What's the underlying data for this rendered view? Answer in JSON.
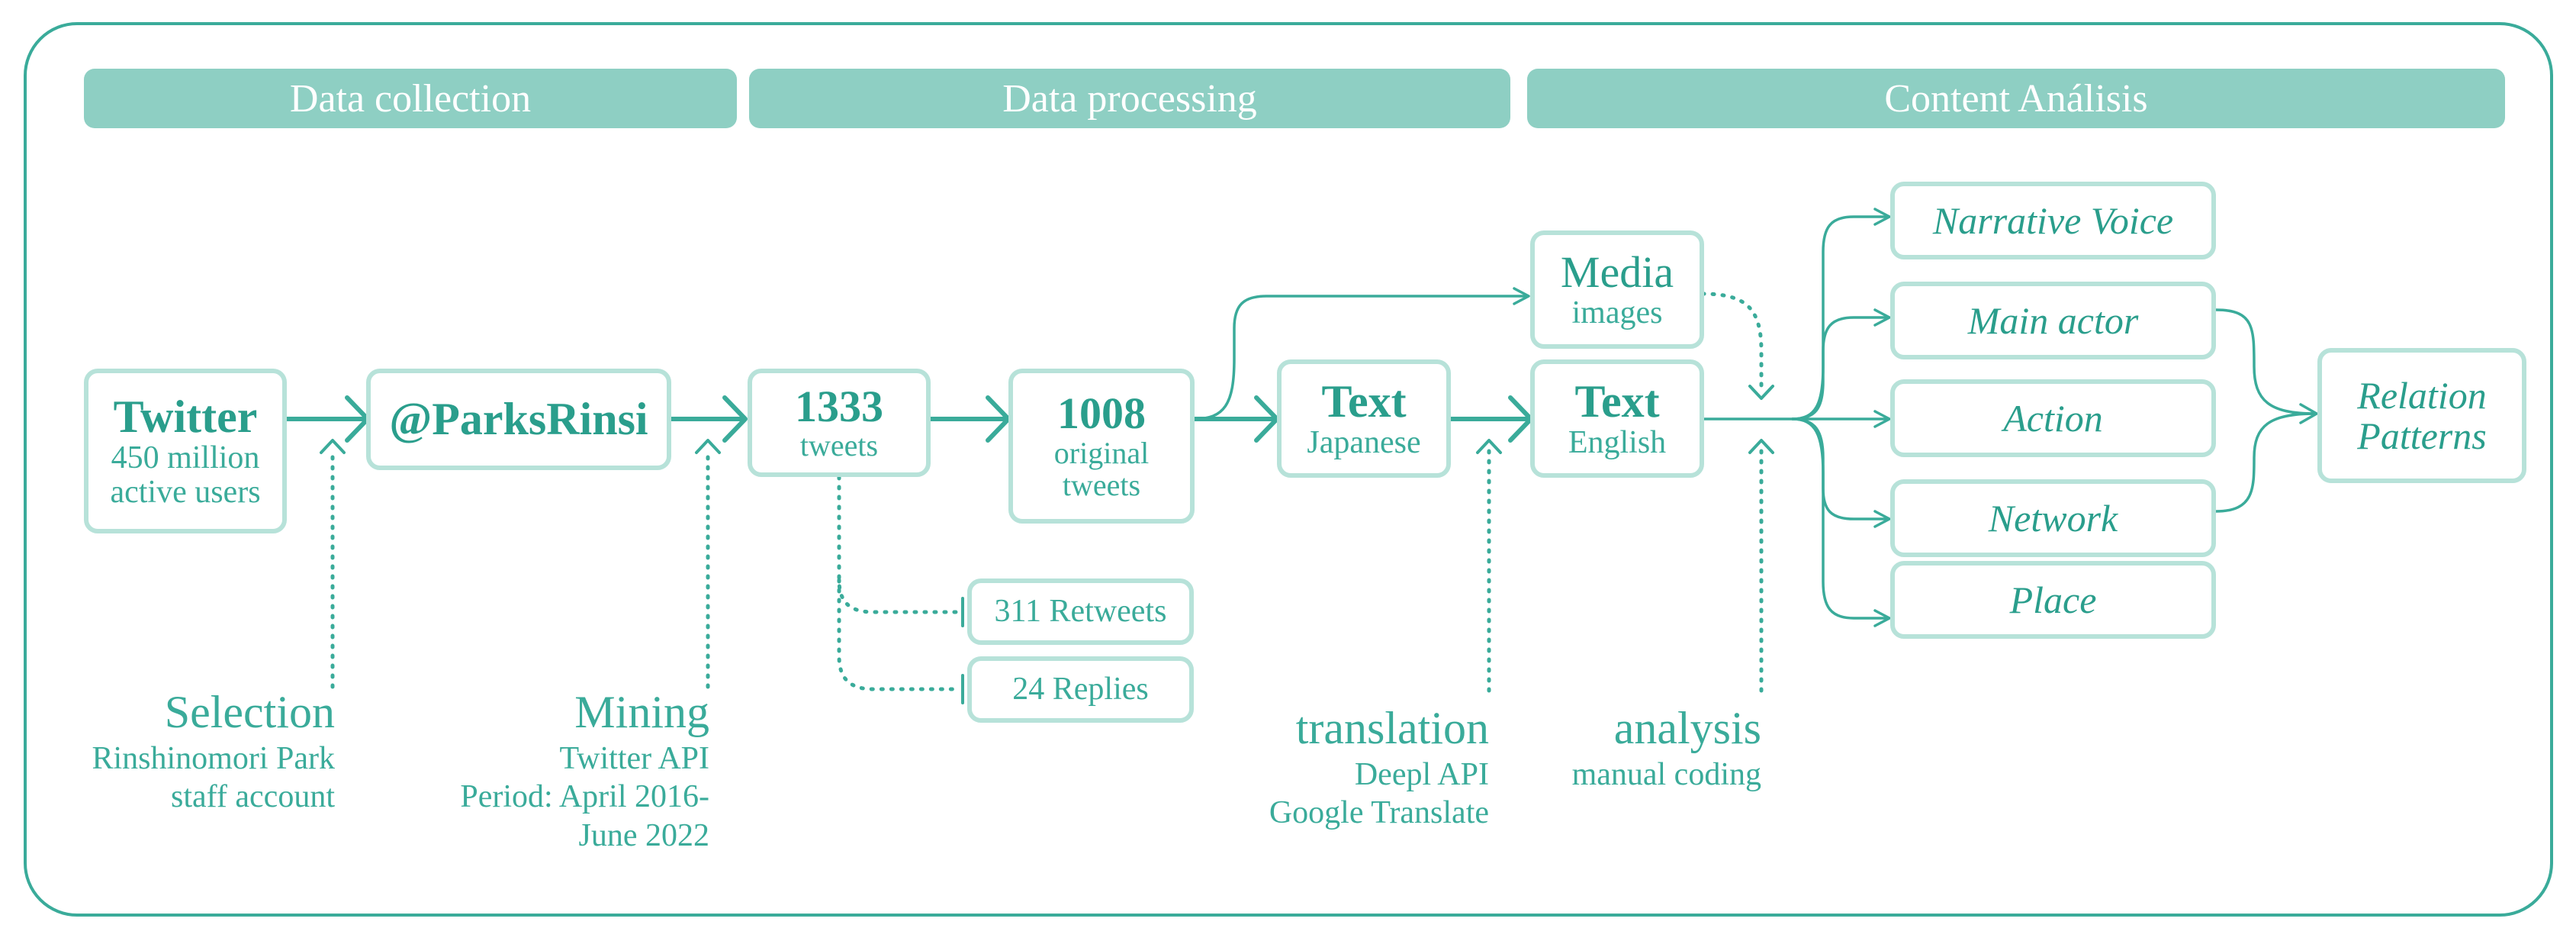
{
  "phases": {
    "collection": "Data collection",
    "processing": "Data processing",
    "content": "Content Análisis"
  },
  "nodes": {
    "twitter": {
      "title": "Twitter",
      "line1": "450 million",
      "line2": "active users"
    },
    "account": {
      "title": "@ParksRinsi"
    },
    "tweets": {
      "number": "1333",
      "unit": "tweets"
    },
    "original": {
      "number": "1008",
      "line1": "original",
      "line2": "tweets"
    },
    "retweets": {
      "label": "311 Retweets"
    },
    "replies": {
      "label": "24 Replies"
    },
    "text_jp": {
      "title": "Text",
      "sub": "Japanese"
    },
    "media": {
      "title": "Media",
      "sub": "images"
    },
    "text_en": {
      "title": "Text",
      "sub": "English"
    },
    "narrative": {
      "label": "Narrative Voice"
    },
    "main_actor": {
      "label": "Main actor"
    },
    "action": {
      "label": "Action"
    },
    "network": {
      "label": "Network"
    },
    "place": {
      "label": "Place"
    },
    "relation": {
      "line1": "Relation",
      "line2": "Patterns"
    }
  },
  "steps": {
    "selection": {
      "head": "Selection",
      "line1": "Rinshinomori Park",
      "line2": "staff account"
    },
    "mining": {
      "head": "Mining",
      "line1": "Twitter API",
      "line2": "Period: April 2016-",
      "line3": "June 2022"
    },
    "translation": {
      "head": "translation",
      "line1": "Deepl API",
      "line2": "Google Translate"
    },
    "analysis": {
      "head": "analysis",
      "line1": "manual coding"
    }
  },
  "colors": {
    "accent": "#3aab9a",
    "phase_bg": "#8ecfc3",
    "box_border": "#b7e2d9"
  }
}
